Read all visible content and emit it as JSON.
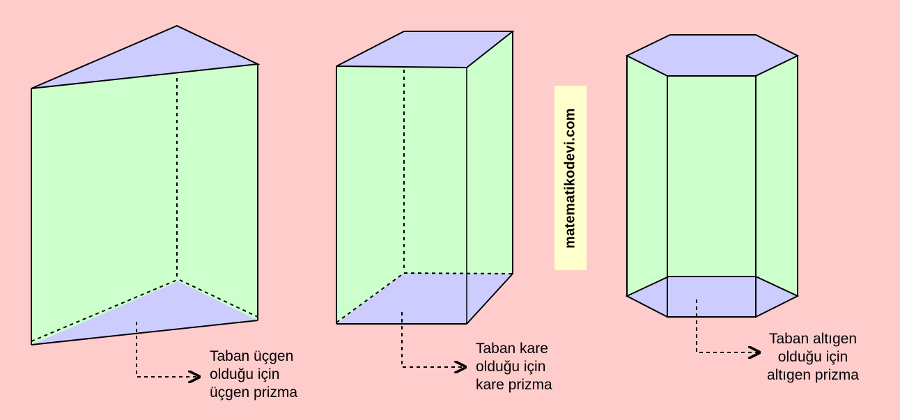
{
  "colors": {
    "background": "#ffcccc",
    "side_face": "#ccffcc",
    "base_face": "#ccccff",
    "watermark_bg": "#ffffcc"
  },
  "watermark": "matematikodevi.com",
  "prisms": [
    {
      "id": "triangular",
      "caption": [
        "Taban üçgen",
        "olduğu için",
        "üçgen prizma"
      ]
    },
    {
      "id": "square",
      "caption": [
        "Taban kare",
        "olduğu için",
        "kare prizma"
      ]
    },
    {
      "id": "hexagonal",
      "caption": [
        "Taban altıgen",
        "olduğu için",
        "altıgen prizma"
      ]
    }
  ]
}
